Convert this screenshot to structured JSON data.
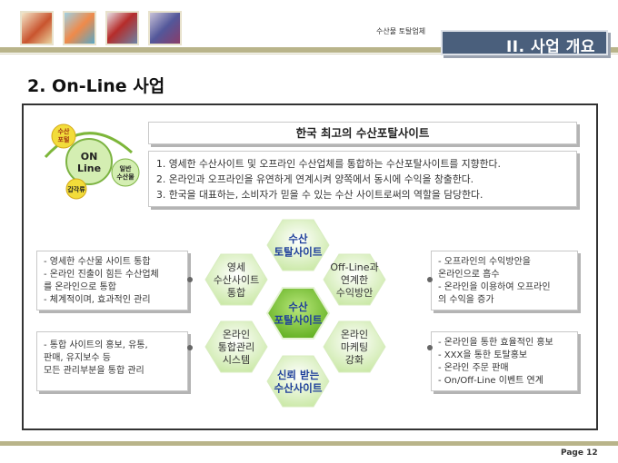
{
  "header": {
    "company": "수산물 토탈업체",
    "section_title": "II. 사업 개요"
  },
  "page_heading": "2. On-Line 사업",
  "logo_cluster": {
    "left_circle": "수산\n포털",
    "center_circle": "ON\nLine",
    "right_circle": "일반\n수산물",
    "bottom_circle": "갑각류"
  },
  "main": {
    "title": "한국 최고의 수산포탈사이트",
    "points": [
      "1. 영세한 수산사이트 및 오프라인 수산업체를 통합하는 수산포탈사이트를 지향한다.",
      "2. 온라인과 오프라인을 유연하게 연계시켜 양쪽에서 동시에 수익을 창출한다.",
      "3. 한국을 대표하는, 소비자가  믿을 수 있는 수산 사이트로써의 역할을 담당한다."
    ]
  },
  "hex": {
    "top": "수산\n토탈사이트",
    "center": "수산\n포탈사이트",
    "bottom": "신뢰 받는\n수산사이트",
    "upper_left": "영세\n수산사이트\n통합",
    "lower_left": "온라인\n통합관리\n시스템",
    "upper_right": "Off-Line과\n연계한\n수익방안",
    "lower_right": "온라인\n마케팅\n강화"
  },
  "boxes": {
    "top_left": [
      "- 영세한 수산물 사이트 통합",
      "- 온라인 진출이 힘든 수산업체",
      "   를 온라인으로 통합",
      "- 체계적이며, 효과적인 관리"
    ],
    "bottom_left": [
      "- 통합 사이트의 홍보, 유통,",
      "   판매, 유지보수 등",
      "   모든 관리부분을 통합 관리"
    ],
    "top_right": [
      "- 오프라인의 수익방안을",
      "   온라인으로 흡수",
      "- 온라인을 이용하여 오프라인",
      "   의 수익을 증가"
    ],
    "bottom_right": [
      "- 온라인을 통한 효율적인 홍보",
      "- XXX을 통한 토탈홍보",
      "- 온라인 주문 판매",
      "- On/Off-Line 이벤트 연계"
    ]
  },
  "footer": {
    "page": "Page 12"
  },
  "colors": {
    "title_bar": "#4a5f7c",
    "accent_olive": "#b9b48a",
    "hex_green": "#c8e6a0",
    "hex_center": "#7cc22e"
  }
}
